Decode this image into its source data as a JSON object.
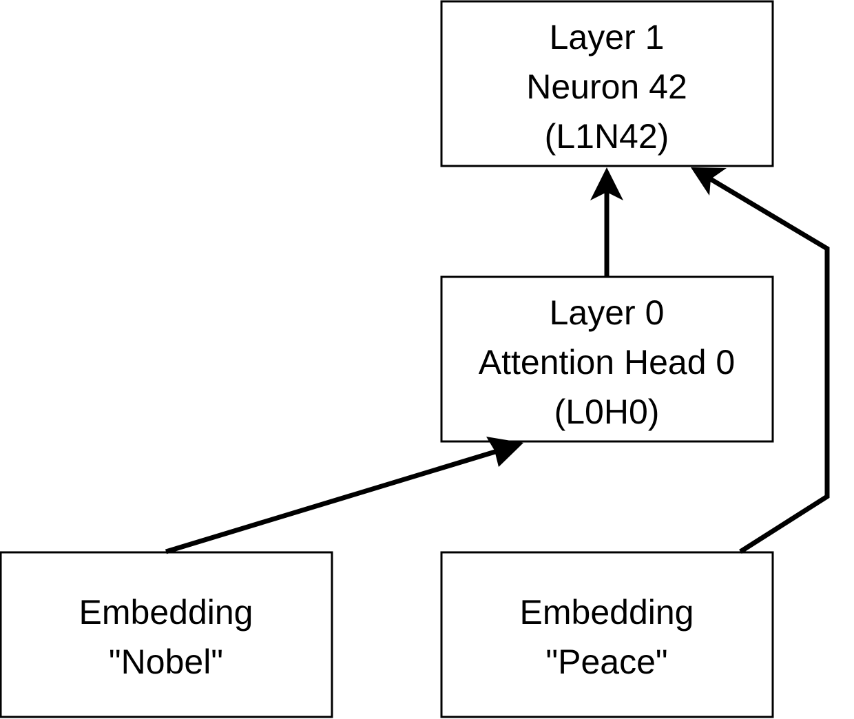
{
  "nodes": {
    "l1n42": {
      "line1": "Layer 1",
      "line2": "Neuron 42",
      "line3": "(L1N42)"
    },
    "l0h0": {
      "line1": "Layer 0",
      "line2": "Attention Head 0",
      "line3": "(L0H0)"
    },
    "embed_nobel": {
      "line1": "Embedding",
      "line2": "\"Nobel\""
    },
    "embed_peace": {
      "line1": "Embedding",
      "line2": "\"Peace\""
    }
  },
  "edges": [
    {
      "from": "embed_nobel",
      "to": "l0h0"
    },
    {
      "from": "l0h0",
      "to": "l1n42"
    },
    {
      "from": "embed_peace",
      "to": "l1n42"
    }
  ]
}
